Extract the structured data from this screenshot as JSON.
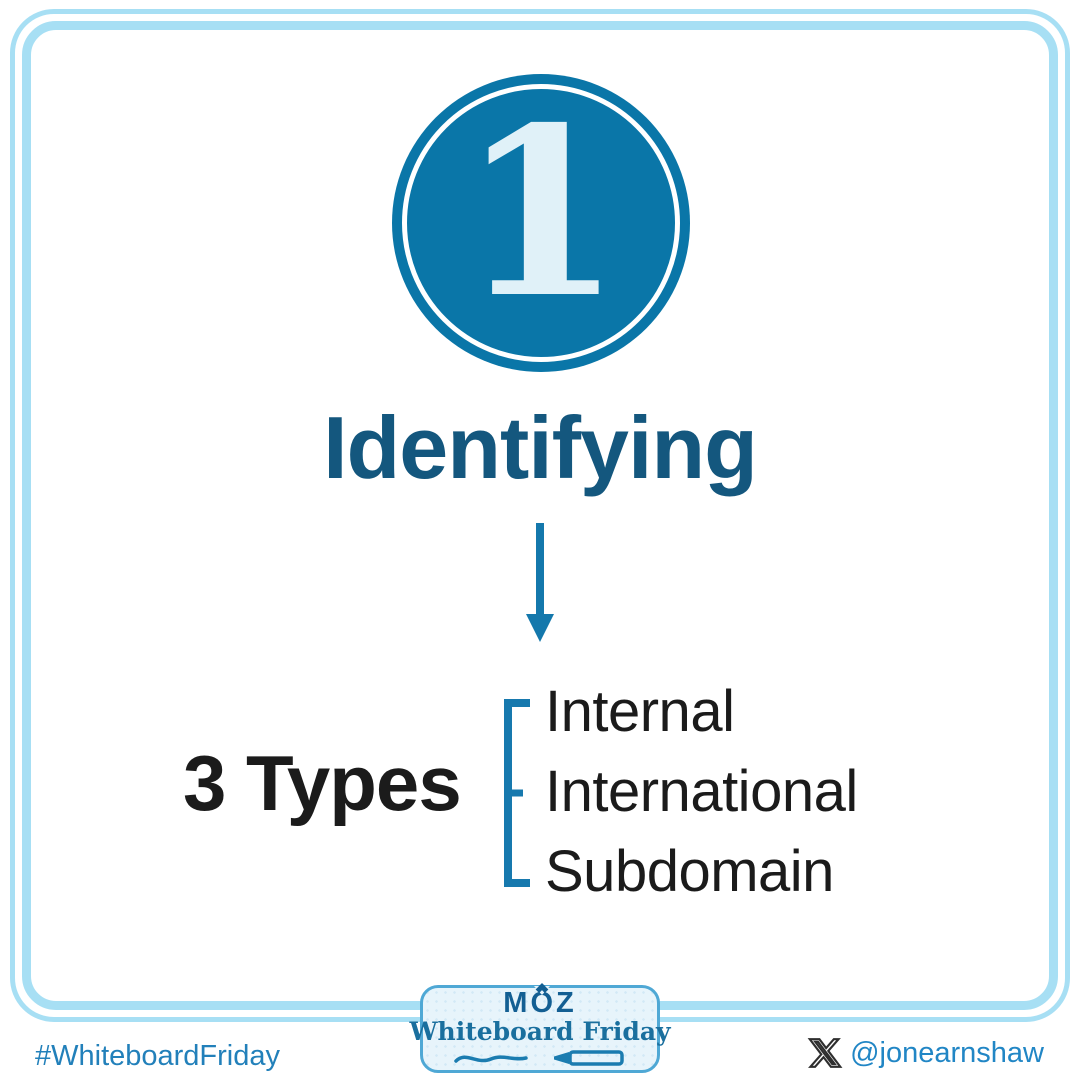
{
  "step": {
    "number": "1"
  },
  "heading": {
    "label": "Identifying"
  },
  "types": {
    "label": "3 Types",
    "items": [
      "Internal",
      "International",
      "Subdomain"
    ]
  },
  "badge": {
    "brand": "MOZ",
    "series": "Whiteboard Friday"
  },
  "footer": {
    "hashtag": "#WhiteboardFriday",
    "handle": "@jonearnshaw"
  },
  "icons": {
    "arrow": "down-arrow-icon",
    "bracket": "list-bracket-icon",
    "scribble": "marker-pen-icon",
    "x": "x-twitter-icon"
  },
  "colors": {
    "frame": "#A7DFF4",
    "circle_fill": "#0A76A8",
    "number": "#E0F1F8",
    "heading": "#14577E",
    "accent_blue": "#1779AE",
    "body_text": "#1B1B1B",
    "badge_bg": "#E7F4FB",
    "badge_border": "#4FA8D5",
    "moz_logo": "#135F93",
    "series_text": "#1A6F9E",
    "hashtag": "#2280BA",
    "handle": "#2186C5"
  }
}
